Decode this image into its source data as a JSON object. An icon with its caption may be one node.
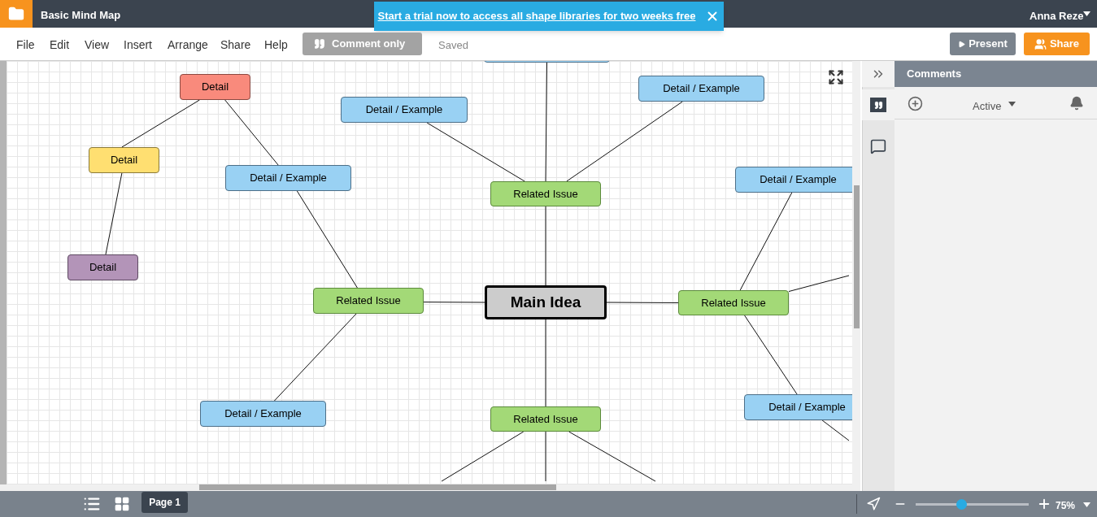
{
  "diagram": {
    "title": "Basic Mind Map",
    "nodes": [
      {
        "text": [
          "Main Idea"
        ]
      },
      {
        "text": [
          "Related Issue"
        ]
      },
      {
        "text": [
          "Related Issue"
        ]
      },
      {
        "text": [
          "Related Issue"
        ]
      },
      {
        "text": [
          "Related Issue"
        ]
      },
      {
        "text": [],
        "shape": "box"
      },
      {
        "text": [
          "Detail / Example"
        ]
      },
      {
        "text": [
          "Detail / Example"
        ]
      },
      {
        "text": [
          "Detail / Example"
        ]
      },
      {
        "text": [
          "Detail / Example"
        ]
      },
      {
        "text": [
          "Detail / Example"
        ]
      },
      {
        "text": [
          "Detail / Example"
        ]
      },
      {
        "text": [
          "Detail"
        ]
      },
      {
        "text": [
          "Detail"
        ]
      },
      {
        "text": [
          "Detail"
        ]
      }
    ],
    "edges": [
      {
        "from": 0,
        "to": 1,
        "arrow": "none"
      },
      {
        "from": 0,
        "to": 2,
        "arrow": "none"
      },
      {
        "from": 0,
        "to": 3,
        "arrow": "none"
      },
      {
        "from": 0,
        "to": 4,
        "arrow": "none"
      },
      {
        "from": 1,
        "to": 5,
        "arrow": "none"
      },
      {
        "from": 1,
        "to": 6,
        "arrow": "none"
      },
      {
        "from": 1,
        "to": 7,
        "arrow": "none"
      },
      {
        "from": 2,
        "to": 8,
        "arrow": "none"
      },
      {
        "from": 2,
        "to": 9,
        "arrow": "none"
      },
      {
        "from": 3,
        "to": 10,
        "arrow": "none"
      },
      {
        "from": 3,
        "to": null,
        "arrow": "none"
      },
      {
        "from": 3,
        "to": 11,
        "arrow": "none"
      },
      {
        "from": 4,
        "to": null,
        "arrow": "none"
      },
      {
        "from": 4,
        "to": null,
        "arrow": "none"
      },
      {
        "from": 4,
        "to": null,
        "arrow": "none"
      },
      {
        "from": 11,
        "to": null,
        "arrow": "none"
      },
      {
        "from": 8,
        "to": 12,
        "arrow": "none"
      },
      {
        "from": 12,
        "to": 13,
        "arrow": "none"
      },
      {
        "from": 13,
        "to": 14,
        "arrow": "none"
      }
    ],
    "labels": [
      "Start a trial now to access all shape libraries for two weeks free",
      "Anna Reze",
      "File",
      "Edit",
      "View",
      "Insert",
      "Arrange",
      "Share",
      "Help",
      "Comment only",
      "Saved",
      "Present",
      "Share",
      "Comments",
      "Active",
      "Page 1",
      "75%"
    ]
  }
}
